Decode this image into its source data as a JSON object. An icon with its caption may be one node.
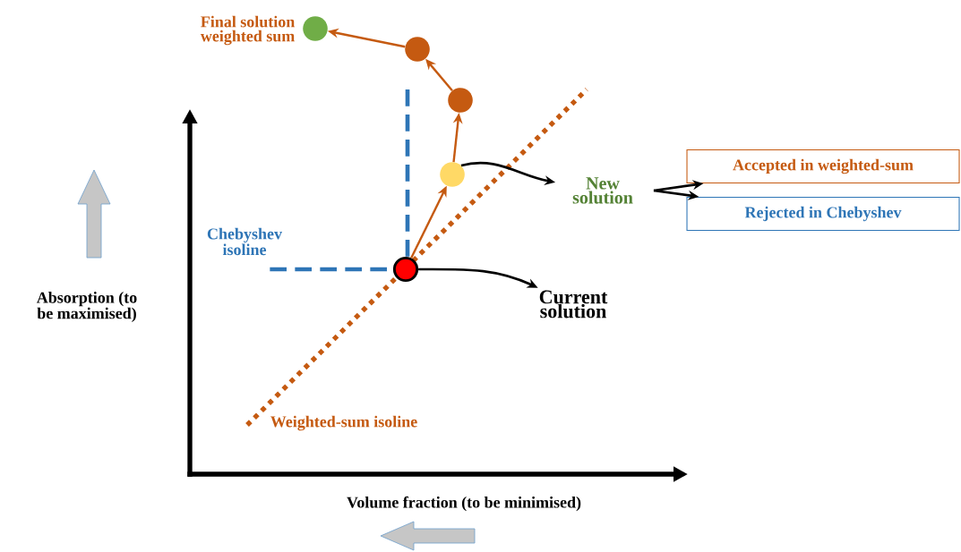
{
  "diagram": {
    "nodes": [
      {
        "text": [],
        "shape": "circle"
      },
      {
        "text": [],
        "shape": "circle"
      },
      {
        "text": [],
        "shape": "circle"
      },
      {
        "text": [],
        "shape": "circle"
      },
      {
        "text": [],
        "shape": "circle",
        "beside": [
          "Final solution weighted sum"
        ]
      },
      {
        "text": [
          "Current solution"
        ]
      },
      {
        "text": [
          "New solution"
        ]
      },
      {
        "text": [
          "Accepted in weighted-sum"
        ]
      },
      {
        "text": [
          "Rejected in Chebyshev"
        ]
      }
    ],
    "edges": [
      {
        "from": 0,
        "to": 1,
        "arrow": "to",
        "color": "#c55a11"
      },
      {
        "from": 1,
        "to": 2,
        "arrow": "to",
        "color": "#c55a11"
      },
      {
        "from": 2,
        "to": 3,
        "arrow": "to",
        "color": "#c55a11"
      },
      {
        "from": 3,
        "to": 4,
        "arrow": "to",
        "color": "#c55a11"
      },
      {
        "from": 0,
        "to": 5,
        "arrow": "to",
        "color": "#000000"
      },
      {
        "from": 1,
        "to": 6,
        "arrow": "to",
        "color": "#000000"
      },
      {
        "from": 6,
        "to": 7,
        "arrow": "to",
        "color": "#000000"
      },
      {
        "from": 6,
        "to": 8,
        "arrow": "to",
        "color": "#000000"
      }
    ],
    "labels": [
      "Chebyshev isoline",
      "Weighted-sum isoline",
      "Absorption (to be maximised)",
      "Volume fraction (to be minimised)"
    ]
  }
}
